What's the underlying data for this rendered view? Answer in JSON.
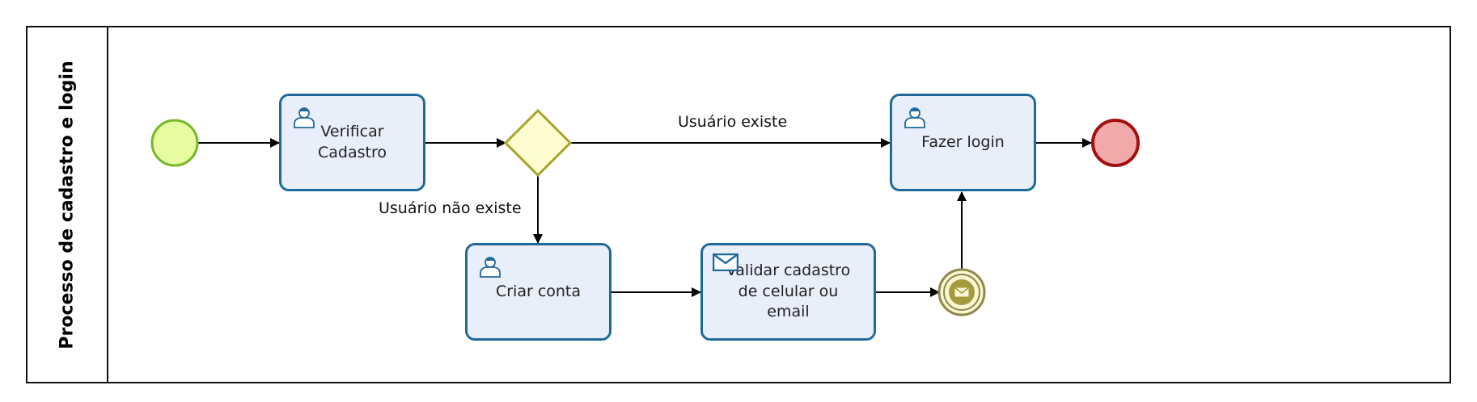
{
  "pool": {
    "title": "Processo de cadastro e login"
  },
  "tasks": {
    "verificar": {
      "label": "Verificar Cadastro",
      "icon": "user-icon"
    },
    "criar": {
      "label": "Criar conta",
      "icon": "user-icon"
    },
    "validar": {
      "label": "Validar cadastro de celular ou email",
      "icon": "envelope-icon"
    },
    "login": {
      "label": "Fazer login",
      "icon": "user-icon"
    }
  },
  "gateway": {
    "icon": "exclusive-gateway"
  },
  "flows": {
    "usuario_existe": "Usuário existe",
    "usuario_nao_existe": "Usuário não existe"
  },
  "events": {
    "start": {
      "icon": "start-event",
      "color": "#e6fc9f"
    },
    "message": {
      "icon": "message-intermediate-event",
      "color": "#fcf6d2"
    },
    "end": {
      "icon": "end-event",
      "color": "#f2a9a9"
    }
  },
  "colors": {
    "task_fill": "#e8eefa",
    "task_border": "#1f6a9a",
    "gateway_fill": "#fdfdcf",
    "gateway_border": "#a7a42a"
  }
}
